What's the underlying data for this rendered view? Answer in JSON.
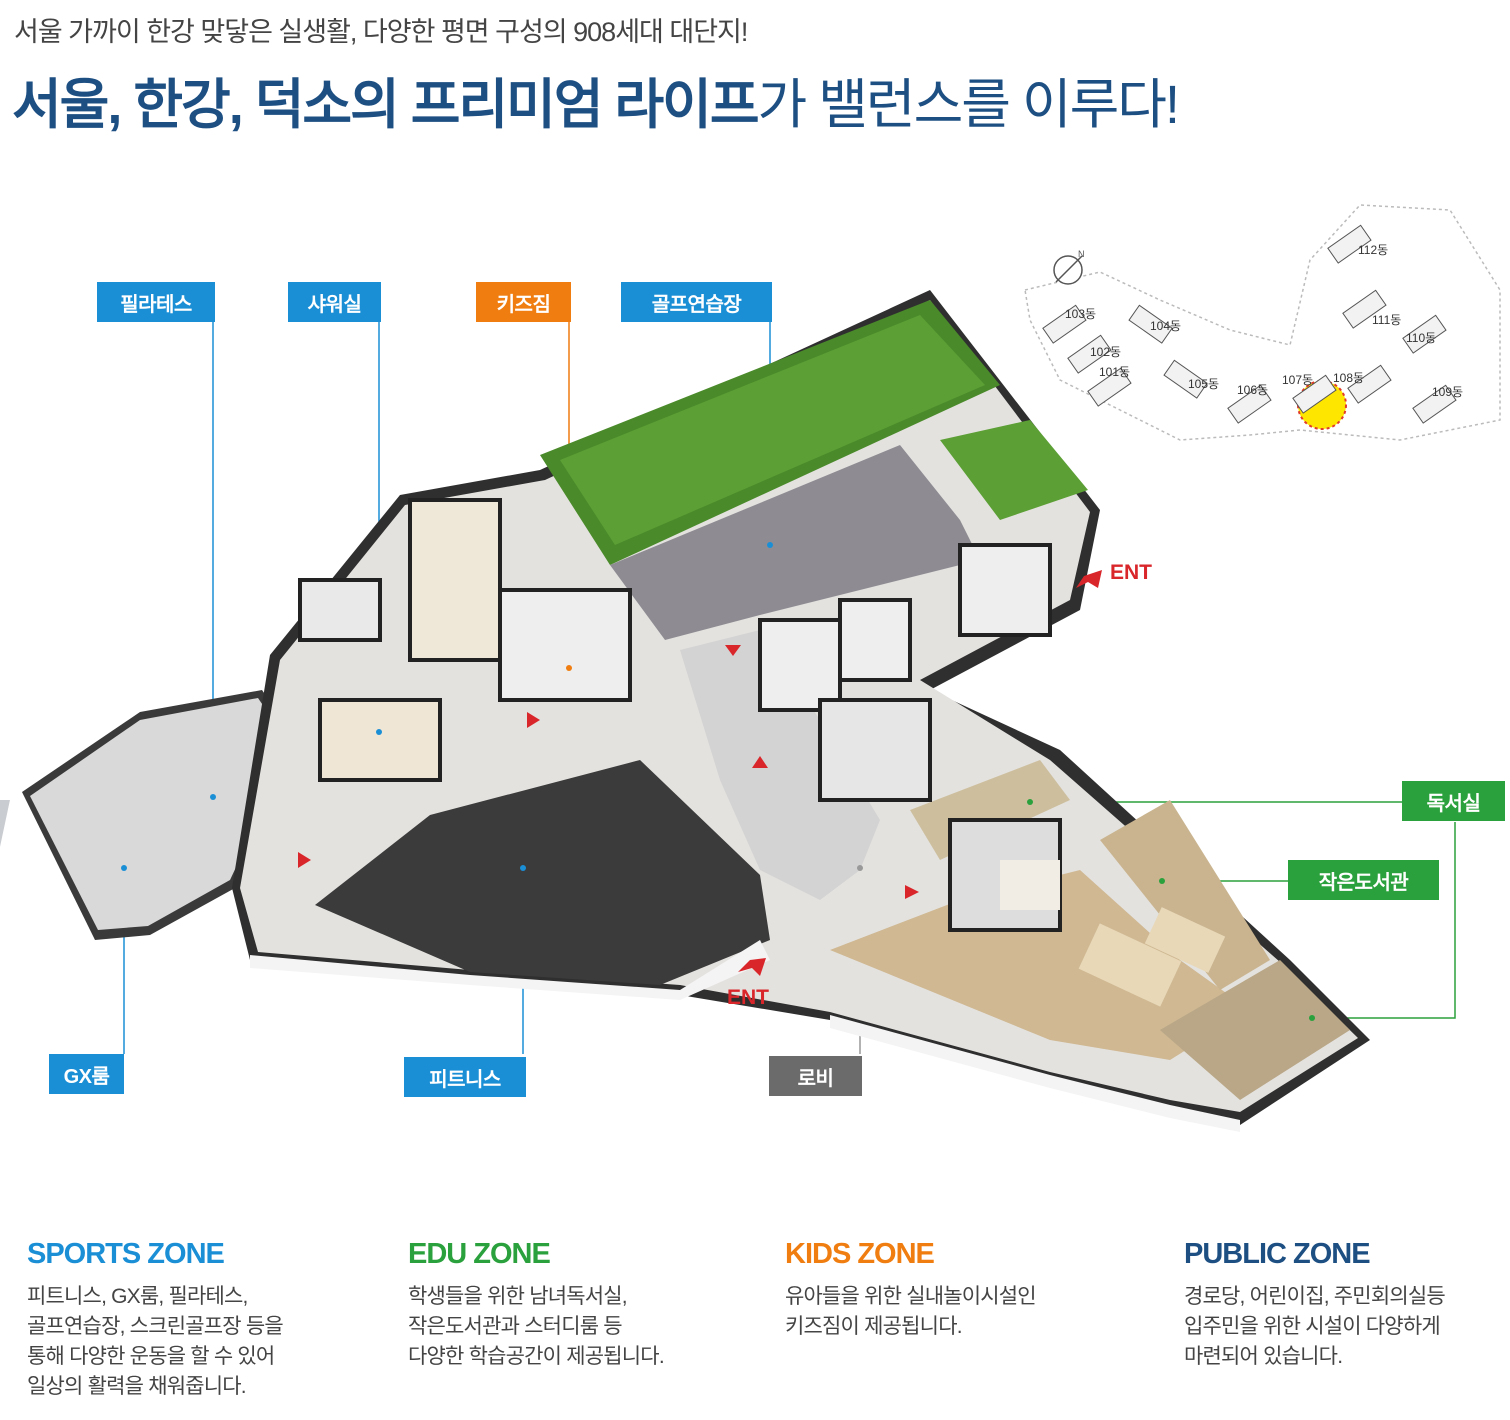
{
  "header": {
    "subtitle": "서울 가까이 한강 맞닿은 실생활, 다양한 평면 구성의 908세대 대단지!",
    "title_bold": "서울, 한강, 덕소의 프리미엄 라이프",
    "title_light": "가 밸런스를 이루다!"
  },
  "facility_labels": {
    "pilates": "필라테스",
    "shower": "샤워실",
    "kids_gym": "키즈짐",
    "golf_range": "골프연습장",
    "gx_room": "GX룸",
    "fitness": "피트니스",
    "lobby": "로비",
    "reading_room": "독서실",
    "small_library": "작은도서관"
  },
  "entrances": {
    "right": "ENT",
    "bottom": "ENT"
  },
  "site_map": {
    "buildings": [
      "112동",
      "103동",
      "104동",
      "111동",
      "110동",
      "102동",
      "101동",
      "105동",
      "106동",
      "107동",
      "108동",
      "109동"
    ]
  },
  "zones": [
    {
      "title": "SPORTS ZONE",
      "color": "#1b8fd6",
      "text": "피트니스, GX룸, 필라테스,\n골프연습장, 스크린골프장 등을\n통해 다양한 운동을 할 수 있어\n일상의 활력을 채워줍니다."
    },
    {
      "title": "EDU ZONE",
      "color": "#2aa13c",
      "text": "학생들을 위한 남녀독서실,\n작은도서관과 스터디룸 등\n다양한 학습공간이 제공됩니다."
    },
    {
      "title": "KIDS ZONE",
      "color": "#ef7d10",
      "text": "유아들을 위한 실내놀이시설인\n키즈짐이 제공됩니다."
    },
    {
      "title": "PUBLIC ZONE",
      "color": "#1d4f83",
      "text": "경로당, 어린이집, 주민회의실등\n입주민을 위한 시설이 다양하게\n마련되어 있습니다."
    }
  ]
}
